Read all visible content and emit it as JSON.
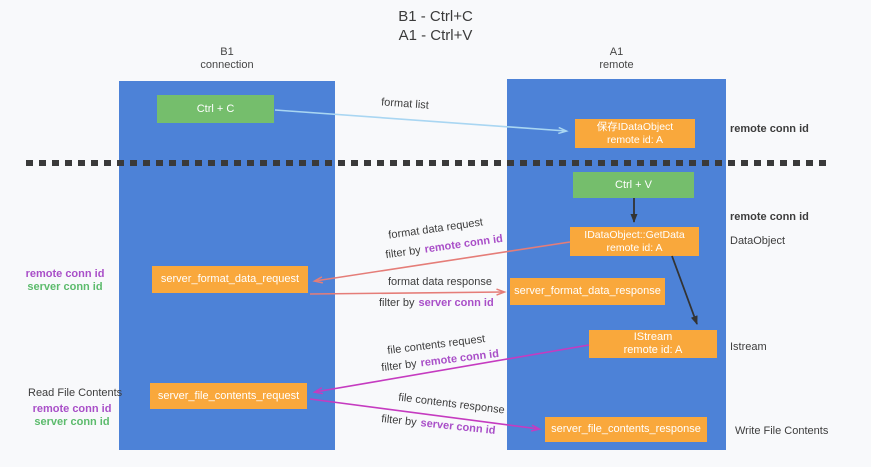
{
  "title": {
    "line1": "B1 - Ctrl+C",
    "line2": "A1 - Ctrl+V"
  },
  "lanes": {
    "left": {
      "name": "B1",
      "role": "connection"
    },
    "right": {
      "name": "A1",
      "role": "remote"
    }
  },
  "nodes": {
    "ctrl_c": {
      "label": "Ctrl + C"
    },
    "ctrl_v": {
      "label": "Ctrl + V"
    },
    "save_idataobject": {
      "line1": "保存IDataObject",
      "line2": "remote id: A"
    },
    "getdata": {
      "line1": "IDataObject::GetData",
      "line2": "remote id: A"
    },
    "istream": {
      "line1": "IStream",
      "line2": "remote id: A"
    },
    "server_format_data_request": {
      "label": "server_format_data_request"
    },
    "server_format_data_response": {
      "label": "server_format_data_response"
    },
    "server_file_contents_request": {
      "label": "server_file_contents_request"
    },
    "server_file_contents_response": {
      "label": "server_file_contents_response"
    }
  },
  "flow_labels": {
    "format_list": "format list",
    "filter_prefix": "filter by",
    "format_data_request": "format data request",
    "format_data_request_filter": "remote conn id",
    "format_data_response": "format data response",
    "format_data_response_filter": "server conn id",
    "file_contents_request": "file contents request",
    "file_contents_request_filter": "remote conn id",
    "file_contents_response": "file contents response",
    "file_contents_response_filter": "server conn id"
  },
  "annotations": {
    "right_top_remote_conn": "remote conn id",
    "right_mid_remote_conn": "remote conn id",
    "right_dataobject": "DataObject",
    "right_istream": "Istream",
    "right_write_file": "Write File Contents",
    "left_mid_remote_conn": "remote conn id",
    "left_mid_server_conn": "server conn id",
    "left_read_file": "Read File Contents",
    "left_bottom_remote_conn": "remote conn id",
    "left_bottom_server_conn": "server conn id"
  },
  "colors": {
    "lane_blue": "#4d82d7",
    "node_green": "#75be6c",
    "node_orange": "#f9a83c",
    "remote_conn_purple": "#a94fc8",
    "server_conn_green": "#5cbb6c",
    "arrow_format_flow": "#e57d78",
    "arrow_file_flow": "#c53bc0",
    "arrow_format_list": "#a9d6f2",
    "arrow_black": "#333333"
  }
}
